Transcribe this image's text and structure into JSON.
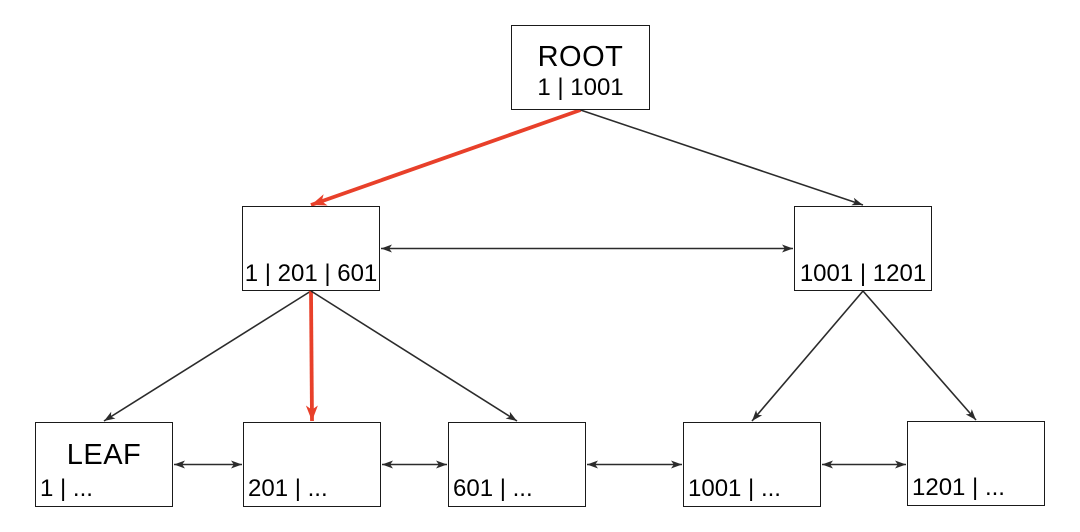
{
  "colors": {
    "background": "#ffffff",
    "edge": "#2b2b2b",
    "highlight": "#e8402a",
    "node_border": "#1a1a1a",
    "node_fill": "#ffffff",
    "text": "#000000"
  },
  "nodes": {
    "root": {
      "title": "ROOT",
      "keys": "1 | 1001"
    },
    "internal_left": {
      "keys": "1 | 201 | 601"
    },
    "internal_right": {
      "keys": "1001 | 1201"
    },
    "leaf_1": {
      "title": "LEAF",
      "keys": "1 | ..."
    },
    "leaf_2": {
      "keys": "201 | ..."
    },
    "leaf_3": {
      "keys": "601 | ..."
    },
    "leaf_4": {
      "keys": "1001 | ..."
    },
    "leaf_5": {
      "keys": "1201 | ..."
    }
  },
  "edges": [
    {
      "from": "root",
      "to": "internal_left",
      "kind": "child",
      "highlight": true
    },
    {
      "from": "root",
      "to": "internal_right",
      "kind": "child",
      "highlight": false
    },
    {
      "from": "internal_left",
      "to": "internal_right",
      "kind": "sibling",
      "highlight": false
    },
    {
      "from": "internal_left",
      "to": "leaf_1",
      "kind": "child",
      "highlight": false
    },
    {
      "from": "internal_left",
      "to": "leaf_2",
      "kind": "child",
      "highlight": true
    },
    {
      "from": "internal_left",
      "to": "leaf_3",
      "kind": "child",
      "highlight": false
    },
    {
      "from": "internal_right",
      "to": "leaf_4",
      "kind": "child",
      "highlight": false
    },
    {
      "from": "internal_right",
      "to": "leaf_5",
      "kind": "child",
      "highlight": false
    },
    {
      "from": "leaf_1",
      "to": "leaf_2",
      "kind": "sibling",
      "highlight": false
    },
    {
      "from": "leaf_2",
      "to": "leaf_3",
      "kind": "sibling",
      "highlight": false
    },
    {
      "from": "leaf_3",
      "to": "leaf_4",
      "kind": "sibling",
      "highlight": false
    },
    {
      "from": "leaf_4",
      "to": "leaf_5",
      "kind": "sibling",
      "highlight": false
    }
  ]
}
